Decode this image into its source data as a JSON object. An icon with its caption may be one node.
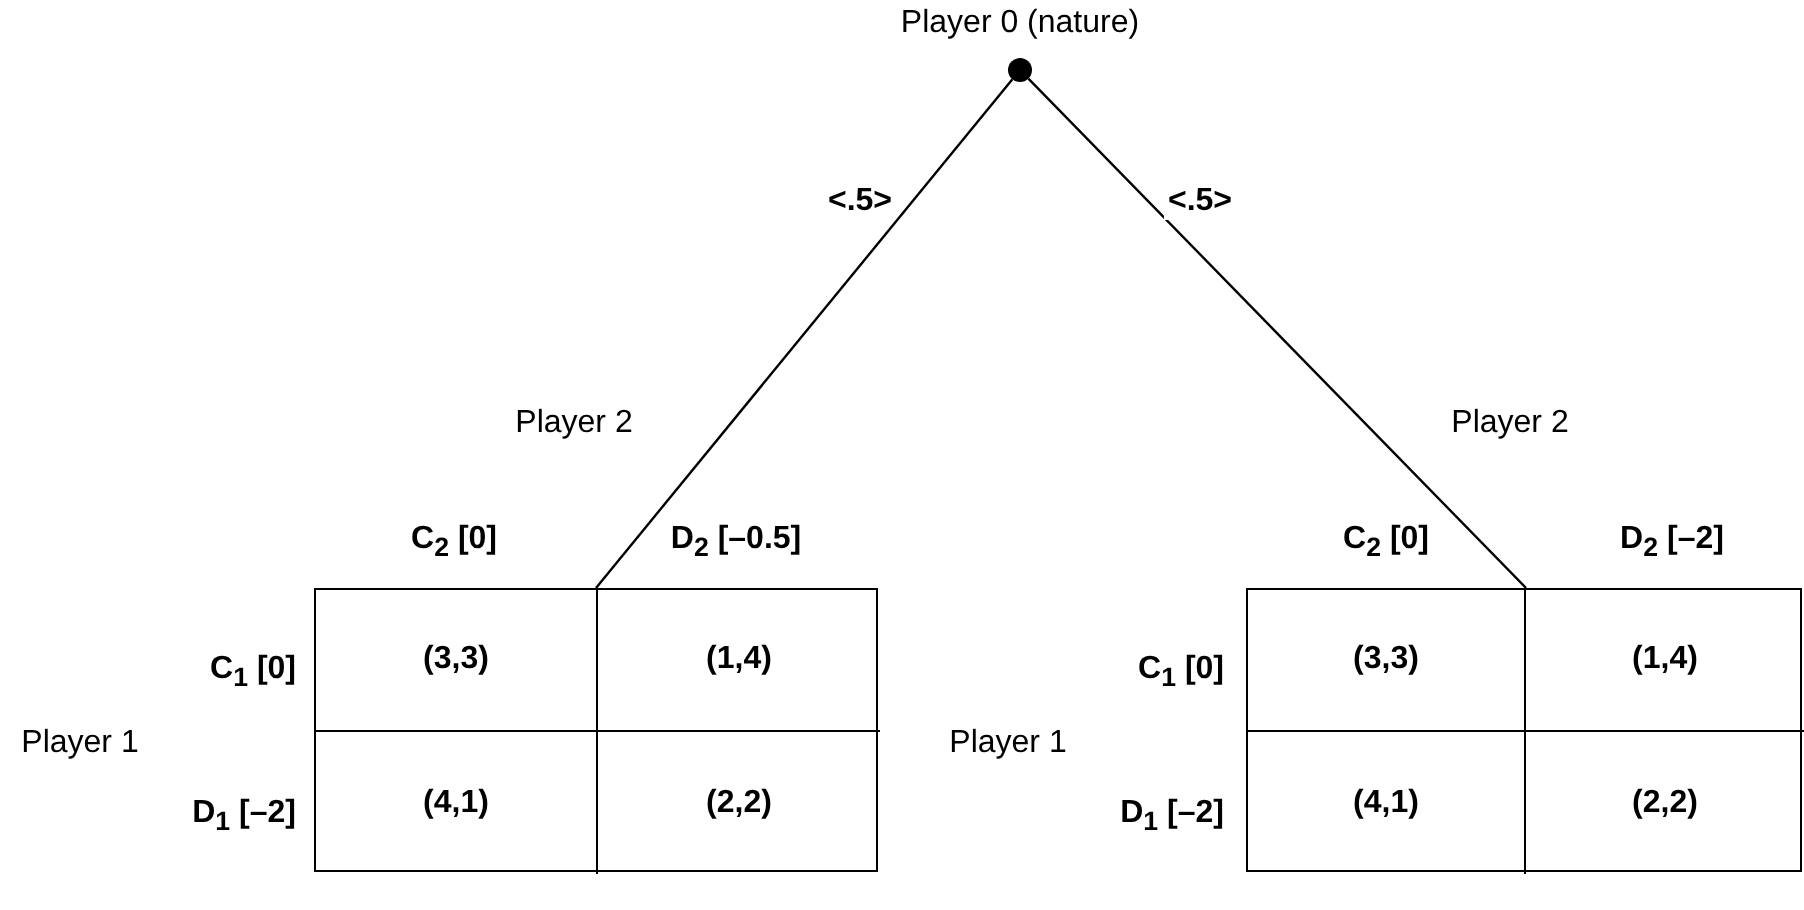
{
  "diagram": {
    "nodes": [
      {
        "text": [],
        "shape": "circle",
        "beside": [
          "Player 0 (nature)"
        ]
      },
      {
        "text": [],
        "shape": "box"
      },
      {
        "text": [
          "(3,3)"
        ],
        "in": 1
      },
      {
        "text": [
          "(1,4)"
        ],
        "in": 1
      },
      {
        "text": [
          "(4,1)"
        ],
        "in": 1
      },
      {
        "text": [
          "(2,2)"
        ],
        "in": 1
      },
      {
        "text": [],
        "shape": "box"
      },
      {
        "text": [
          "(3,3)"
        ],
        "in": 6
      },
      {
        "text": [
          "(1,4)"
        ],
        "in": 6
      },
      {
        "text": [
          "(4,1)"
        ],
        "in": 6
      },
      {
        "text": [
          "(2,2)"
        ],
        "in": 6
      }
    ],
    "edges": [
      {
        "from": 0,
        "to": 1,
        "arrow": "none",
        "label": "<.5>"
      },
      {
        "from": 0,
        "to": 6,
        "arrow": "none",
        "label": "<.5>"
      }
    ],
    "labels": [
      "Player 2",
      "C$_{2}$ [0]",
      "D$_{2}$ [–0.5]",
      "C$_{1}$ [0]",
      "Player 1",
      "D$_{1}$ [–2]",
      "Player 2",
      "C$_{2}$ [0]",
      "D$_{2}$ [–2]",
      "C$_{1}$ [0]",
      "Player 1",
      "D$_{1}$ [–2]"
    ]
  }
}
